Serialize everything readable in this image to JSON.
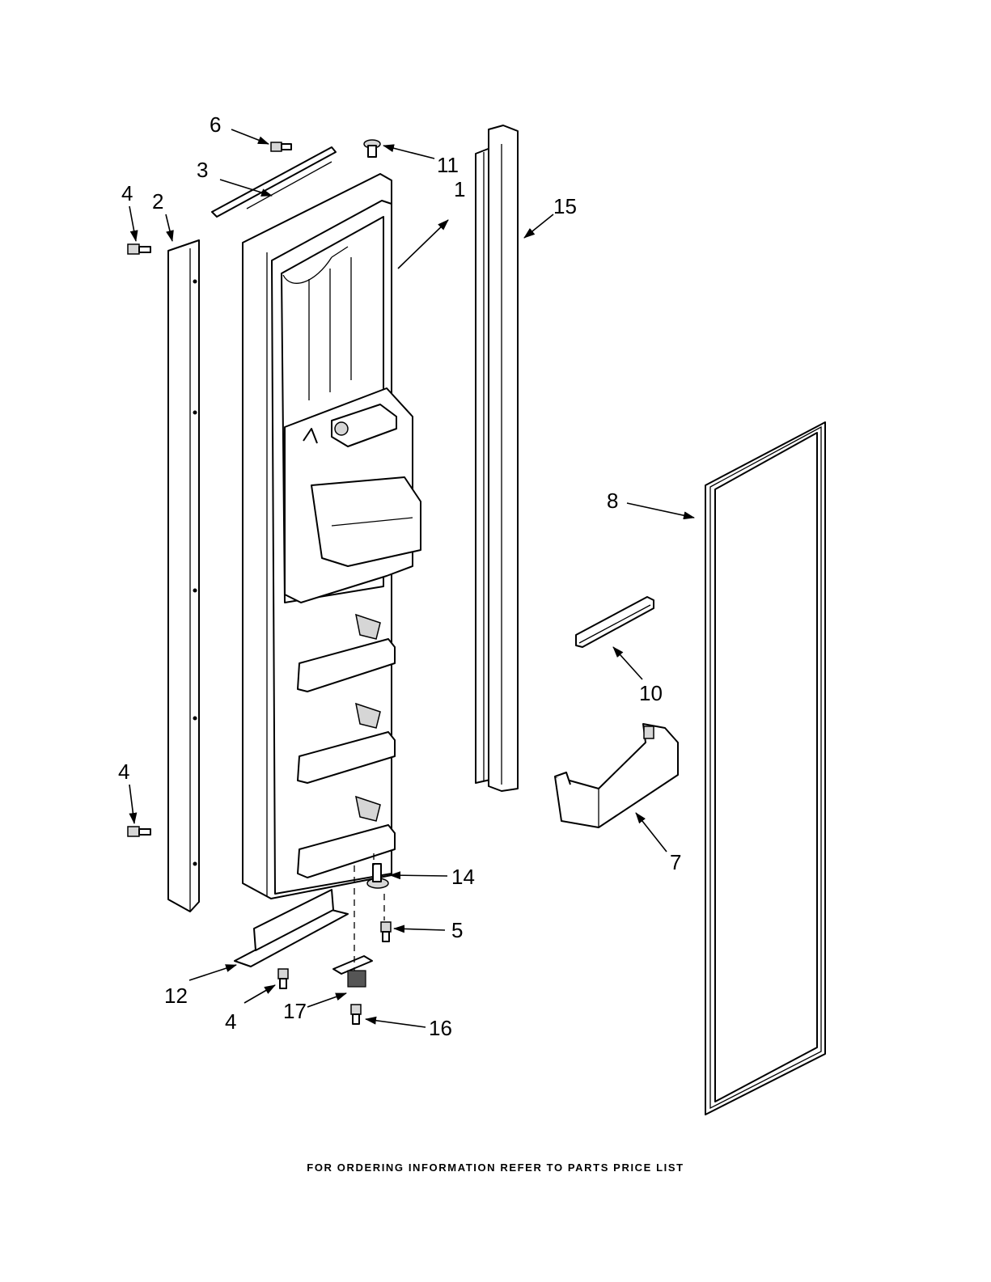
{
  "callouts": [
    {
      "label": "1"
    },
    {
      "label": "2"
    },
    {
      "label": "3"
    },
    {
      "label": "4"
    },
    {
      "label": "4"
    },
    {
      "label": "4"
    },
    {
      "label": "5"
    },
    {
      "label": "6"
    },
    {
      "label": "7"
    },
    {
      "label": "8"
    },
    {
      "label": "10"
    },
    {
      "label": "11"
    },
    {
      "label": "12"
    },
    {
      "label": "14"
    },
    {
      "label": "15"
    },
    {
      "label": "16"
    },
    {
      "label": "17"
    }
  ],
  "footer": "FOR ORDERING INFORMATION REFER TO PARTS PRICE LIST",
  "colors": {
    "line": "#000000",
    "background": "#ffffff",
    "shade": "#d6d6d6"
  }
}
